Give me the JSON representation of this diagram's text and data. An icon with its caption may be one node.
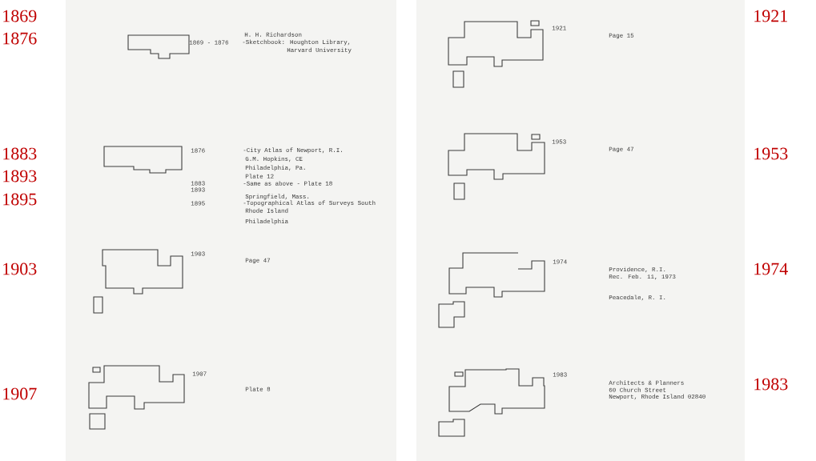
{
  "diagram": {
    "labels": [
      "1869",
      "1876",
      "1883",
      "1893",
      "1895",
      "1903",
      "1907",
      "1921",
      "1953",
      "1974",
      "1983",
      "H. H. Richardson",
      "1869 - 1876",
      "-Sketchbook: Houghton Library,",
      "Harvard University",
      "1876",
      "-City Atlas of Newport, R.I.",
      "G.M. Hopkins, CE",
      "Philadelphia, Pa.",
      "Plate 12",
      "1883",
      "-Same as above - Plate 18",
      "1893",
      "Springfield, Mass.",
      "1895",
      "-Topographical Atlas of Surveys South",
      "Rhode Island",
      "Philadelphia",
      "1903",
      "Page 47",
      "1907",
      "Plate 8",
      "1921",
      "Page 15",
      "1953",
      "Page 47",
      "1974",
      "Providence, R.I.",
      "Rec. Feb. 11, 1973",
      "Peacedale, R. I.",
      "1983",
      "Architects & Planners",
      "60 Church Street",
      "Newport, Rhode Island  02840"
    ]
  }
}
